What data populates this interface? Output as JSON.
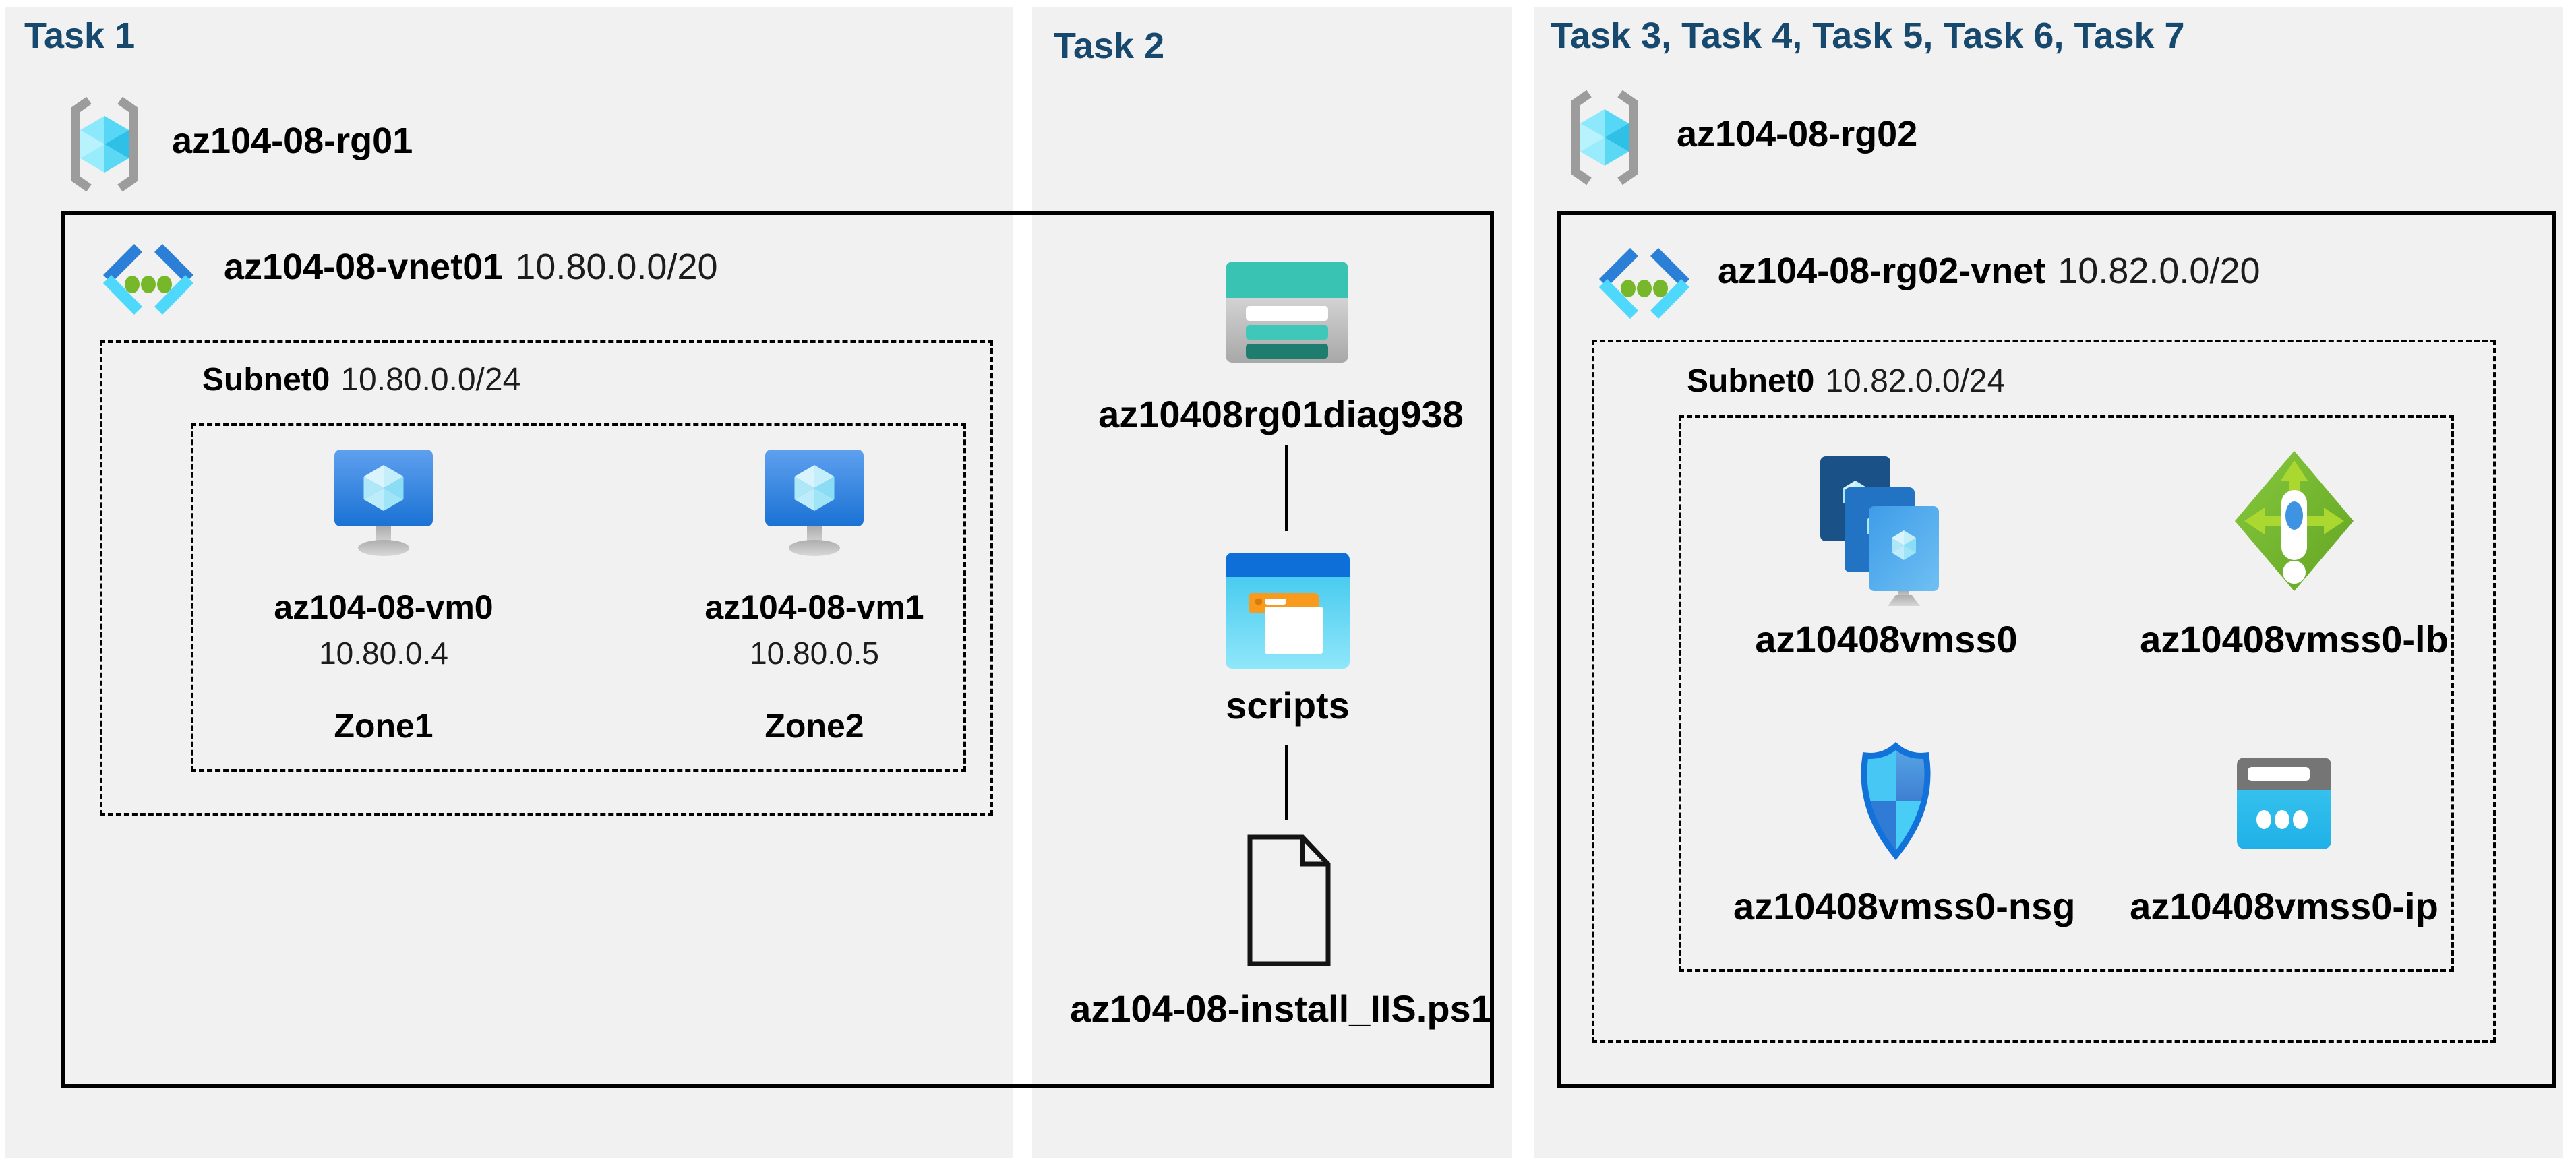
{
  "colors": {
    "page_bg": "#ffffff",
    "panel_bg": "#f1f1f1",
    "title_navy": "#17496f",
    "label_black": "#000000",
    "box_border": "#000000",
    "vnet_chevron_blue": "#2b7fd6",
    "vnet_chevron_cyan": "#4ed9fc",
    "vnet_dot_green": "#76b82a",
    "vm_screen_blue_top": "#5fa0ef",
    "vm_screen_blue_bottom": "#1a72d4",
    "vmss_back_navy": "#1a5187",
    "vmss_mid_blue": "#2373c4",
    "load_balancer_green": "#74b62c",
    "nsg_outline_blue": "#1272d9",
    "public_ip_cyan": "#35c3f0",
    "storage_teal": "#38c3b3",
    "storage_bar_dark_teal": "#1f7d70",
    "scripts_titlebar_blue": "#0f6fd8",
    "scripts_body_cyan": "#38c4ec",
    "folder_orange": "#f79a1e"
  },
  "icons": {
    "resource_group": "resource-group-icon",
    "virtual_network": "virtual-network-icon",
    "virtual_machine": "virtual-machine-icon",
    "storage_account": "storage-account-icon",
    "blob_container": "blob-container-icon",
    "script_file": "file-icon"
  },
  "task1": {
    "title": "Task 1",
    "resource_group": "az104-08-rg01",
    "vnet_name": "az104-08-vnet01",
    "vnet_cidr": "10.80.0.0/20",
    "subnet_name": "Subnet0",
    "subnet_cidr": "10.80.0.0/24",
    "vms": [
      {
        "name": "az104-08-vm0",
        "ip": "10.80.0.4",
        "zone": "Zone1"
      },
      {
        "name": "az104-08-vm1",
        "ip": "10.80.0.5",
        "zone": "Zone2"
      }
    ]
  },
  "task2": {
    "title": "Task 2",
    "storage_account": "az10408rg01diag938",
    "container": "scripts",
    "script_file": "az104-08-install_IIS.ps1"
  },
  "task3": {
    "title": "Task 3, Task 4, Task 5, Task 6, Task 7",
    "resource_group": "az104-08-rg02",
    "vnet_name": "az104-08-rg02-vnet",
    "vnet_cidr": "10.82.0.0/20",
    "subnet_name": "Subnet0",
    "subnet_cidr": "10.82.0.0/24",
    "resources": [
      {
        "name": "az10408vmss0",
        "icon": "vm-scale-set-icon"
      },
      {
        "name": "az10408vmss0-lb",
        "icon": "load-balancer-icon"
      },
      {
        "name": "az10408vmss0-nsg",
        "icon": "network-security-group-icon"
      },
      {
        "name": "az10408vmss0-ip",
        "icon": "public-ip-icon"
      }
    ]
  }
}
